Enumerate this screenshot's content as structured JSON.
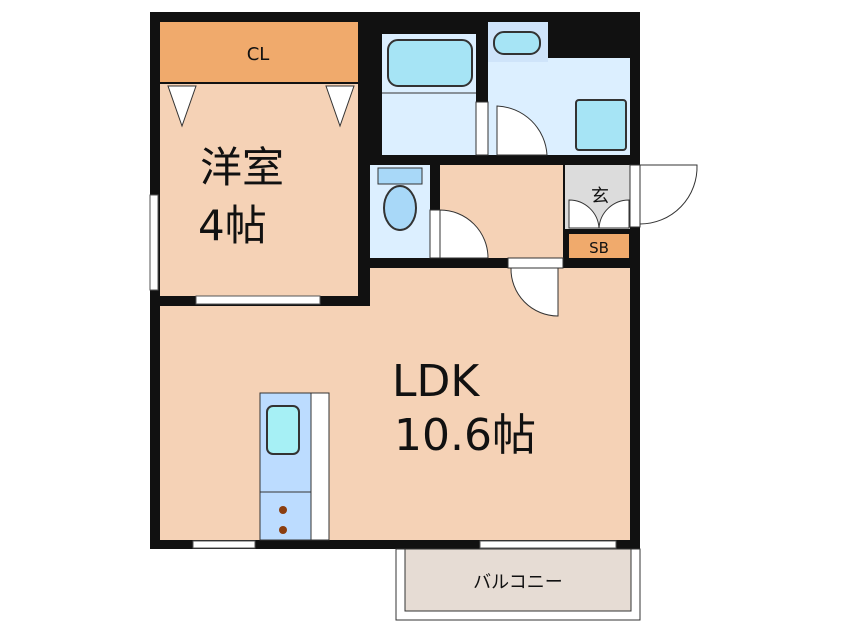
{
  "floorplan": {
    "rooms": {
      "closet": {
        "label": "CL"
      },
      "western_room": {
        "name": "洋室",
        "size": "4帖"
      },
      "ldk": {
        "name": "LDK",
        "size": "10.6帖"
      },
      "entrance": {
        "label": "玄"
      },
      "shoe_box": {
        "label": "SB"
      },
      "balcony": {
        "label": "バルコニー"
      }
    },
    "colors": {
      "room": "#f5d2b6",
      "closet": "#f0aa6c",
      "wet_area": "#dcefff",
      "fixture": "#a6e4f5",
      "entrance": "#dcdcdc",
      "balcony": "#e6dcd4",
      "wall": "#111111"
    }
  }
}
